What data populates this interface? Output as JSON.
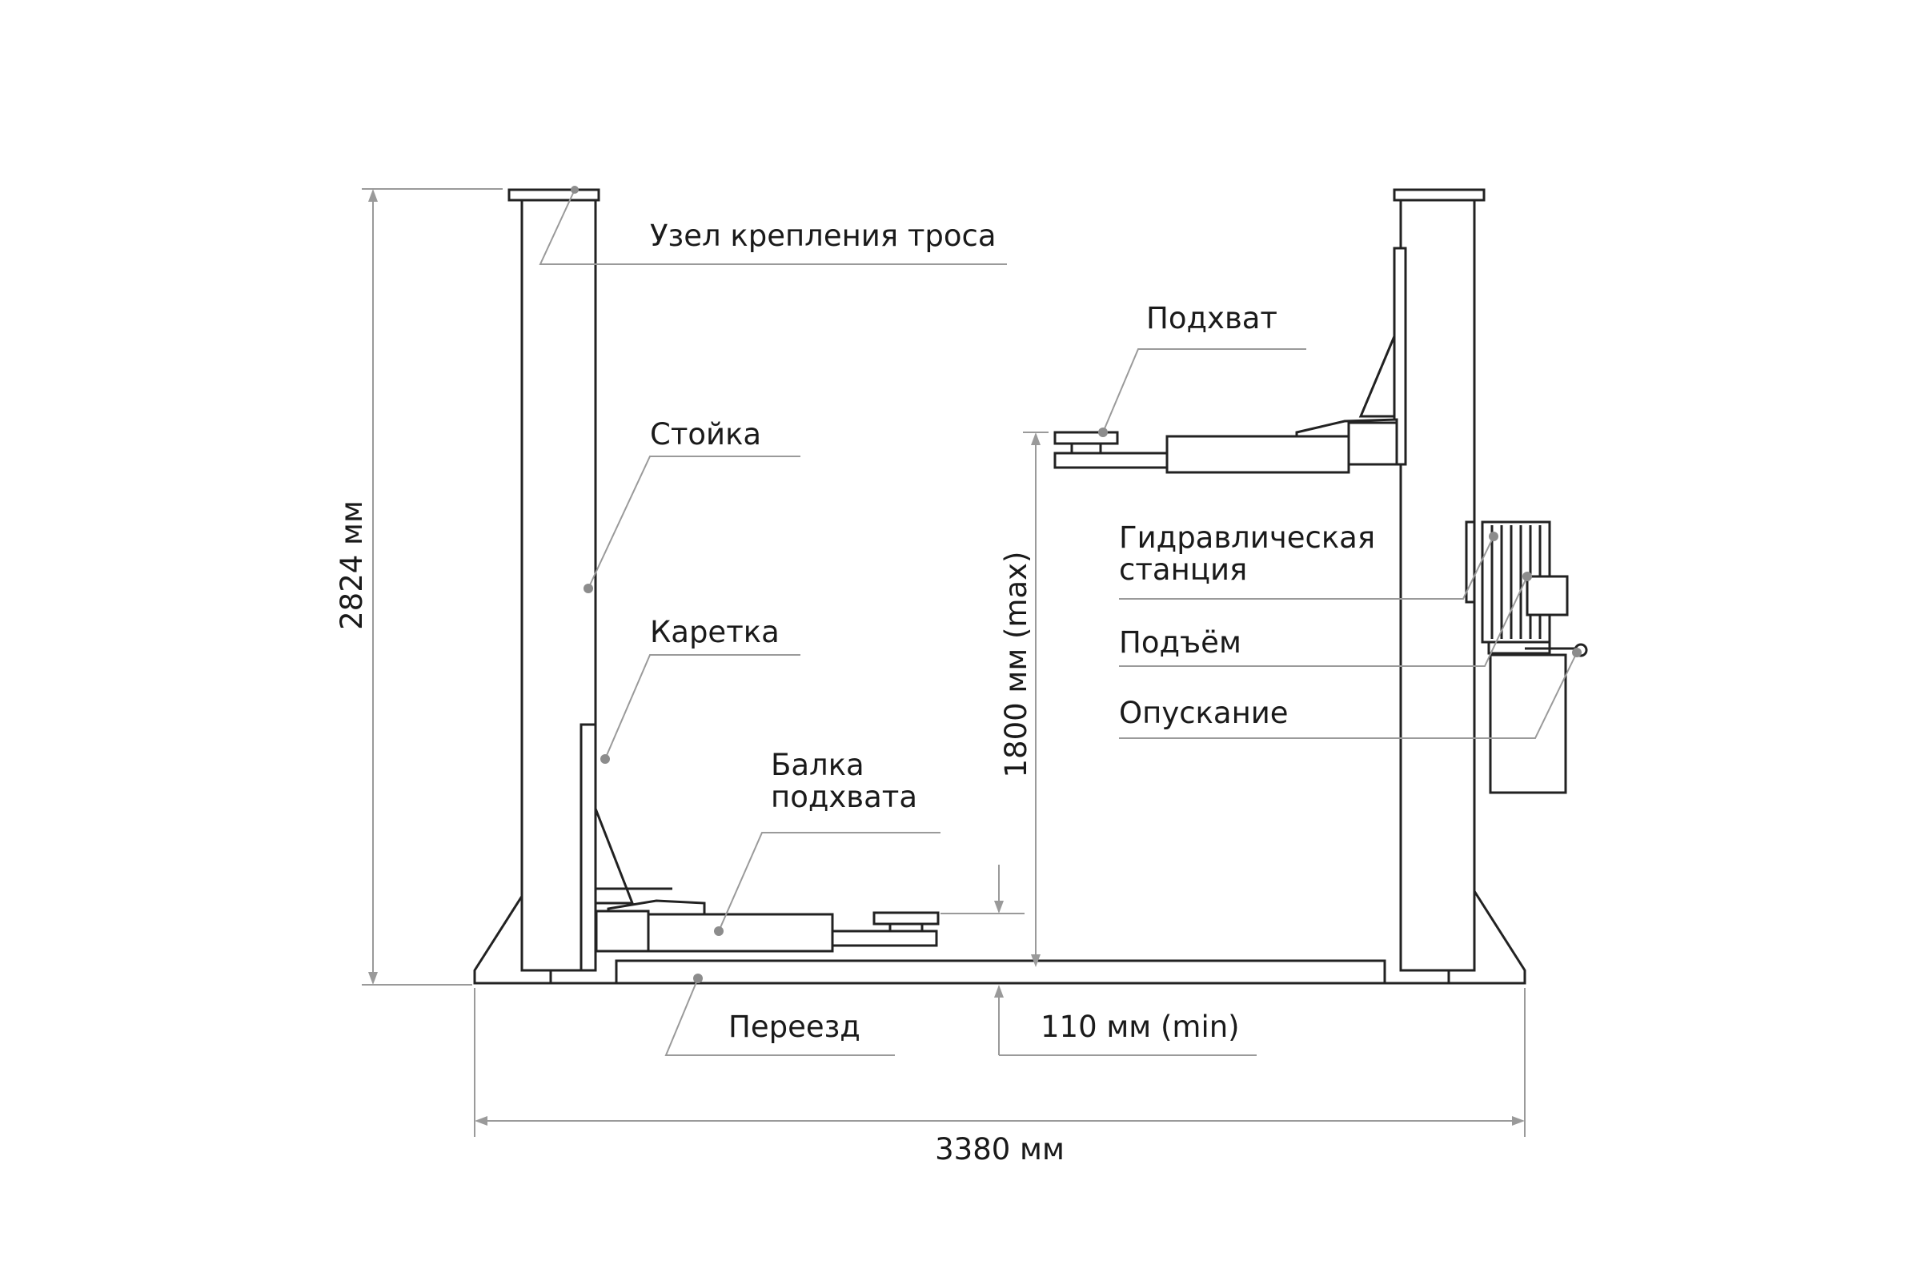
{
  "labels": {
    "cable_mount": "Узел крепления троса",
    "post": "Стойка",
    "carriage": "Каретка",
    "arm_beam_line1": "Балка",
    "arm_beam_line2": "подхвата",
    "pickup": "Подхват",
    "hydraulic_line1": "Гидравлическая",
    "hydraulic_line2": "станция",
    "lift": "Подъём",
    "lower": "Опускание",
    "crossover": "Переезд"
  },
  "dimensions": {
    "total_height": "2824 мм",
    "max_height": "1800 мм (max)",
    "min_height": "110 мм (min)",
    "total_width": "3380 мм"
  },
  "colors": {
    "outline": "#222222",
    "leader": "#9a9a9a",
    "text": "#1a1a1a"
  }
}
